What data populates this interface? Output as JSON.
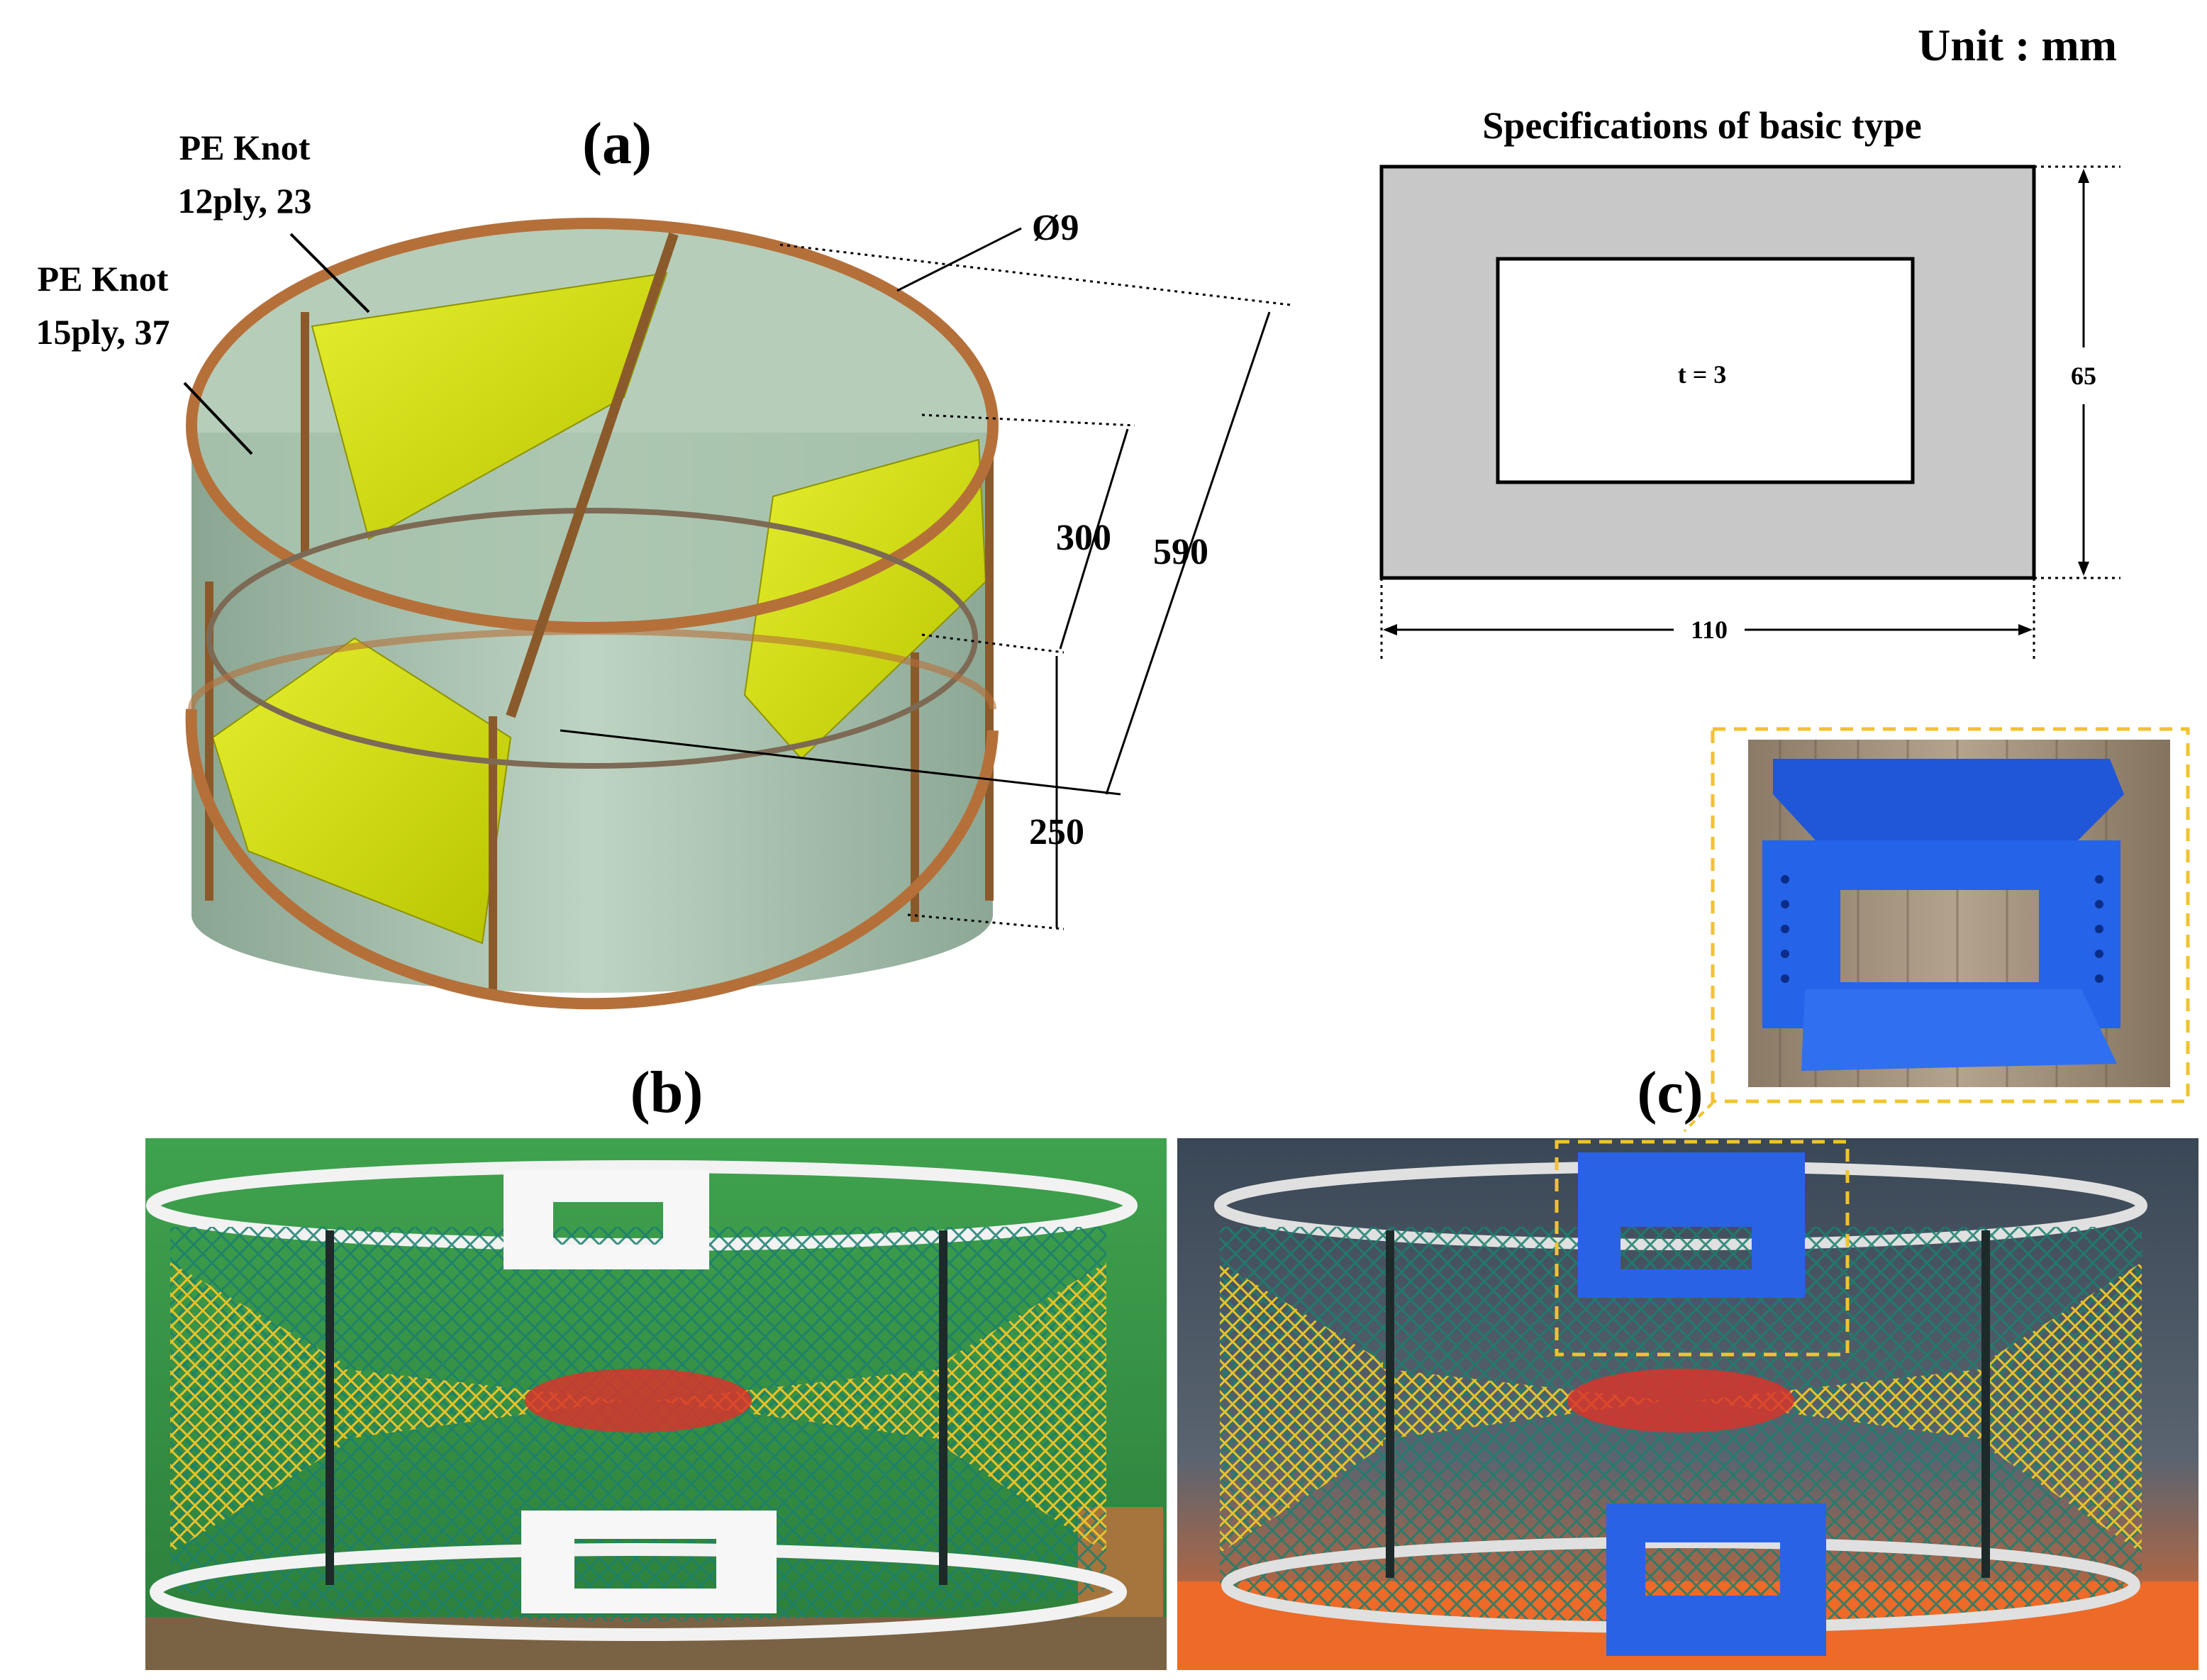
{
  "panels": {
    "a": {
      "label": "(a)"
    },
    "b": {
      "label": "(b)"
    },
    "c": {
      "label": "(c)"
    }
  },
  "unit": "Unit : mm",
  "annotations": {
    "pe_knot_12": {
      "line1": "PE Knot",
      "line2": "12ply, 23"
    },
    "pe_knot_15": {
      "line1": "PE Knot",
      "line2": "15ply, 37"
    }
  },
  "dimensions": {
    "frame_diameter": "Ø9",
    "upper_height": "300",
    "total_height": "590",
    "lower_height": "250"
  },
  "spec": {
    "title": "Specifications of basic type",
    "thickness": "t = 3",
    "width": "110",
    "height": "65"
  },
  "colors": {
    "frame_copper": "#b5703a",
    "funnel_yellow": "#c8d400",
    "net_green": "#8fb59a",
    "plate_gray": "#c8c8c8",
    "highlight_dash": "#f2c22e",
    "block_blue": "#1e5ae0",
    "photo_bg_green": "#2f8c3f"
  }
}
